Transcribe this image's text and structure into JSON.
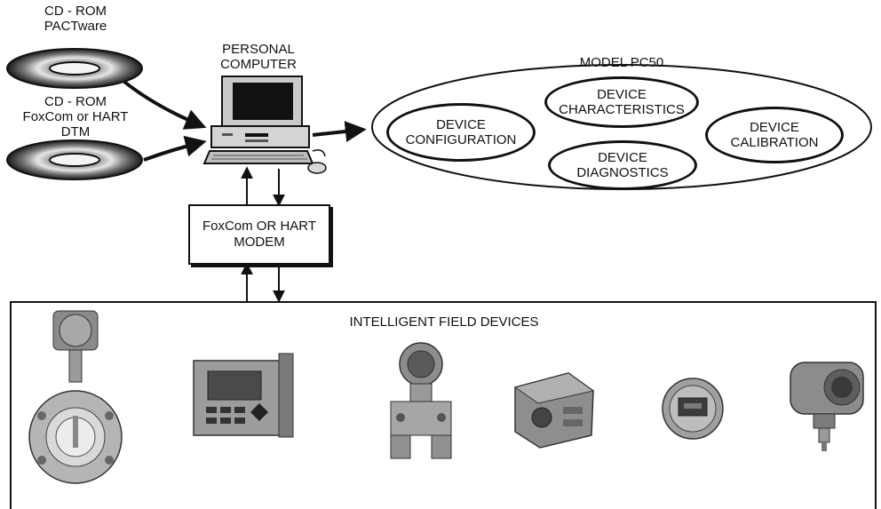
{
  "cd_pactware": {
    "line1": "CD - ROM",
    "line2": "PACTware"
  },
  "cd_dtm": {
    "line1": "CD - ROM",
    "line2": "FoxCom or HART",
    "line3": "DTM"
  },
  "computer": {
    "line1": "PERSONAL",
    "line2": "COMPUTER"
  },
  "model": {
    "title": "MODEL PC50",
    "configuration": {
      "line1": "DEVICE",
      "line2": "CONFIGURATION"
    },
    "characteristics": {
      "line1": "DEVICE",
      "line2": "CHARACTERISTICS"
    },
    "diagnostics": {
      "line1": "DEVICE",
      "line2": "DIAGNOSTICS"
    },
    "calibration": {
      "line1": "DEVICE",
      "line2": "CALIBRATION"
    }
  },
  "modem": {
    "line1": "FoxCom OR HART",
    "line2": "MODEM"
  },
  "field_devices": {
    "title": "INTELLIGENT FIELD DEVICES"
  }
}
